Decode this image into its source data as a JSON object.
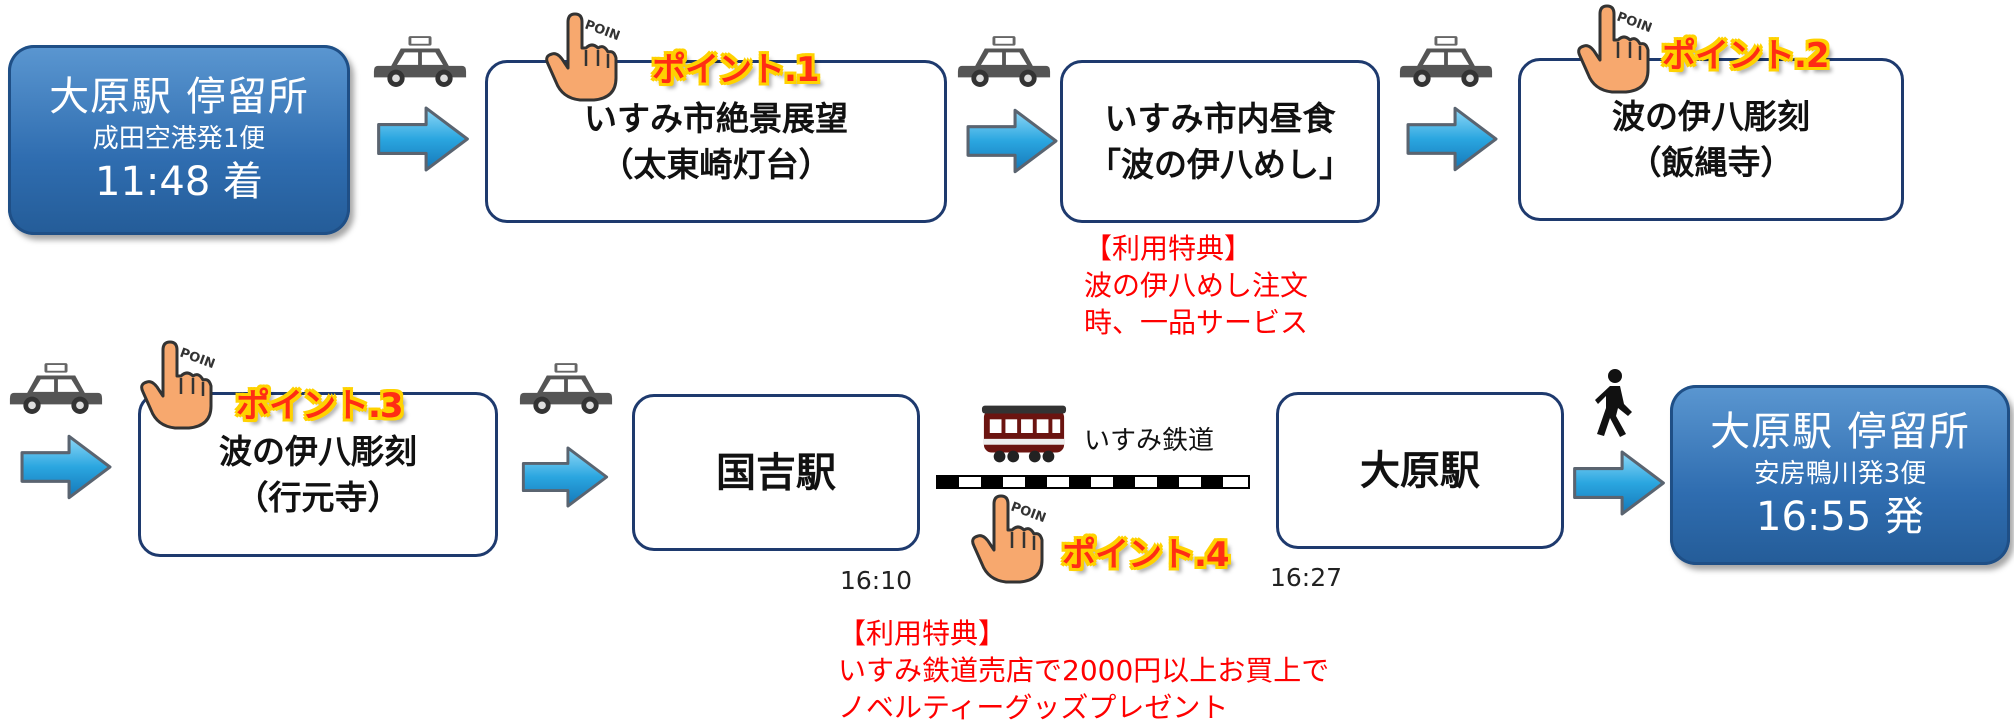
{
  "start_station": {
    "name": "大原駅 停留所",
    "sub": "成田空港発1便",
    "time": "11:48 着"
  },
  "end_station": {
    "name": "大原駅 停留所",
    "sub": "安房鴨川発3便",
    "time": "16:55 発"
  },
  "stops": {
    "lighthouse": {
      "line1": "いすみ市絶景展望",
      "line2": "（太東崎灯台）"
    },
    "lunch": {
      "line1": "いすみ市内昼食",
      "line2": "「波の伊八めし」"
    },
    "iinawa": {
      "line1": "波の伊八彫刻",
      "line2": "（飯縄寺）"
    },
    "gyogan": {
      "line1": "波の伊八彫刻",
      "line2": "（行元寺）"
    },
    "kuniyoshi": {
      "line1": "国吉駅"
    },
    "ohara": {
      "line1": "大原駅"
    }
  },
  "points": {
    "p1": "ポイント.1",
    "p2": "ポイント.2",
    "p3": "ポイント.3",
    "p4": "ポイント.4"
  },
  "benefit1": {
    "heading": "【利用特典】",
    "line1": "波の伊八めし注文",
    "line2": "時、一品サービス"
  },
  "benefit2": {
    "heading": "【利用特典】",
    "line1": "いすみ鉄道売店で2000円以上お買上で",
    "line2": "ノベルティーグッズプレゼント"
  },
  "railway": {
    "label": "いすみ鉄道"
  },
  "times": {
    "depart": "16:10",
    "arrive": "16:27"
  },
  "icons": {
    "taxi_sign": "TAXI",
    "point_hand_text": "POINT!"
  },
  "colors": {
    "station_blue": "#2f6db0",
    "stop_border": "#1e3a6e",
    "point_red": "#ff2d14",
    "benefit_red": "#ff0000",
    "arrow_blue": "#2aa6e0"
  }
}
